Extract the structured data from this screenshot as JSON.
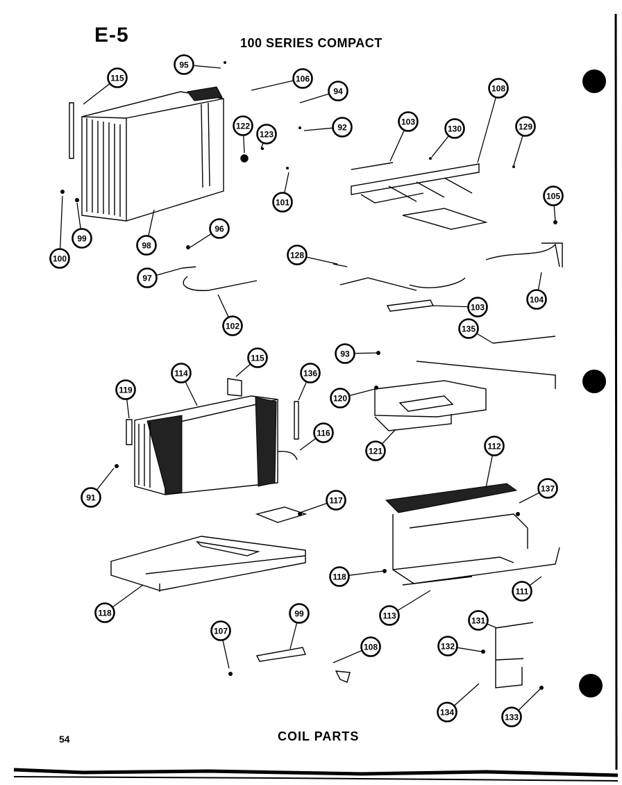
{
  "header": {
    "section_code": "E-5",
    "series_title": "100 SERIES COMPACT"
  },
  "footer": {
    "page_number": "54",
    "title": "COIL PARTS"
  },
  "callouts": [
    {
      "label": "95"
    },
    {
      "label": "115"
    },
    {
      "label": "106"
    },
    {
      "label": "94"
    },
    {
      "label": "122"
    },
    {
      "label": "123"
    },
    {
      "label": "92"
    },
    {
      "label": "108"
    },
    {
      "label": "103"
    },
    {
      "label": "130"
    },
    {
      "label": "129"
    },
    {
      "label": "101"
    },
    {
      "label": "100"
    },
    {
      "label": "99"
    },
    {
      "label": "98"
    },
    {
      "label": "96"
    },
    {
      "label": "105"
    },
    {
      "label": "97"
    },
    {
      "label": "128"
    },
    {
      "label": "102"
    },
    {
      "label": "103"
    },
    {
      "label": "104"
    },
    {
      "label": "135"
    },
    {
      "label": "93"
    },
    {
      "label": "115"
    },
    {
      "label": "114"
    },
    {
      "label": "119"
    },
    {
      "label": "136"
    },
    {
      "label": "120"
    },
    {
      "label": "116"
    },
    {
      "label": "121"
    },
    {
      "label": "112"
    },
    {
      "label": "91"
    },
    {
      "label": "137"
    },
    {
      "label": "117"
    },
    {
      "label": "118"
    },
    {
      "label": "111"
    },
    {
      "label": "118"
    },
    {
      "label": "113"
    },
    {
      "label": "99"
    },
    {
      "label": "131"
    },
    {
      "label": "107"
    },
    {
      "label": "108"
    },
    {
      "label": "132"
    },
    {
      "label": "134"
    },
    {
      "label": "133"
    }
  ]
}
